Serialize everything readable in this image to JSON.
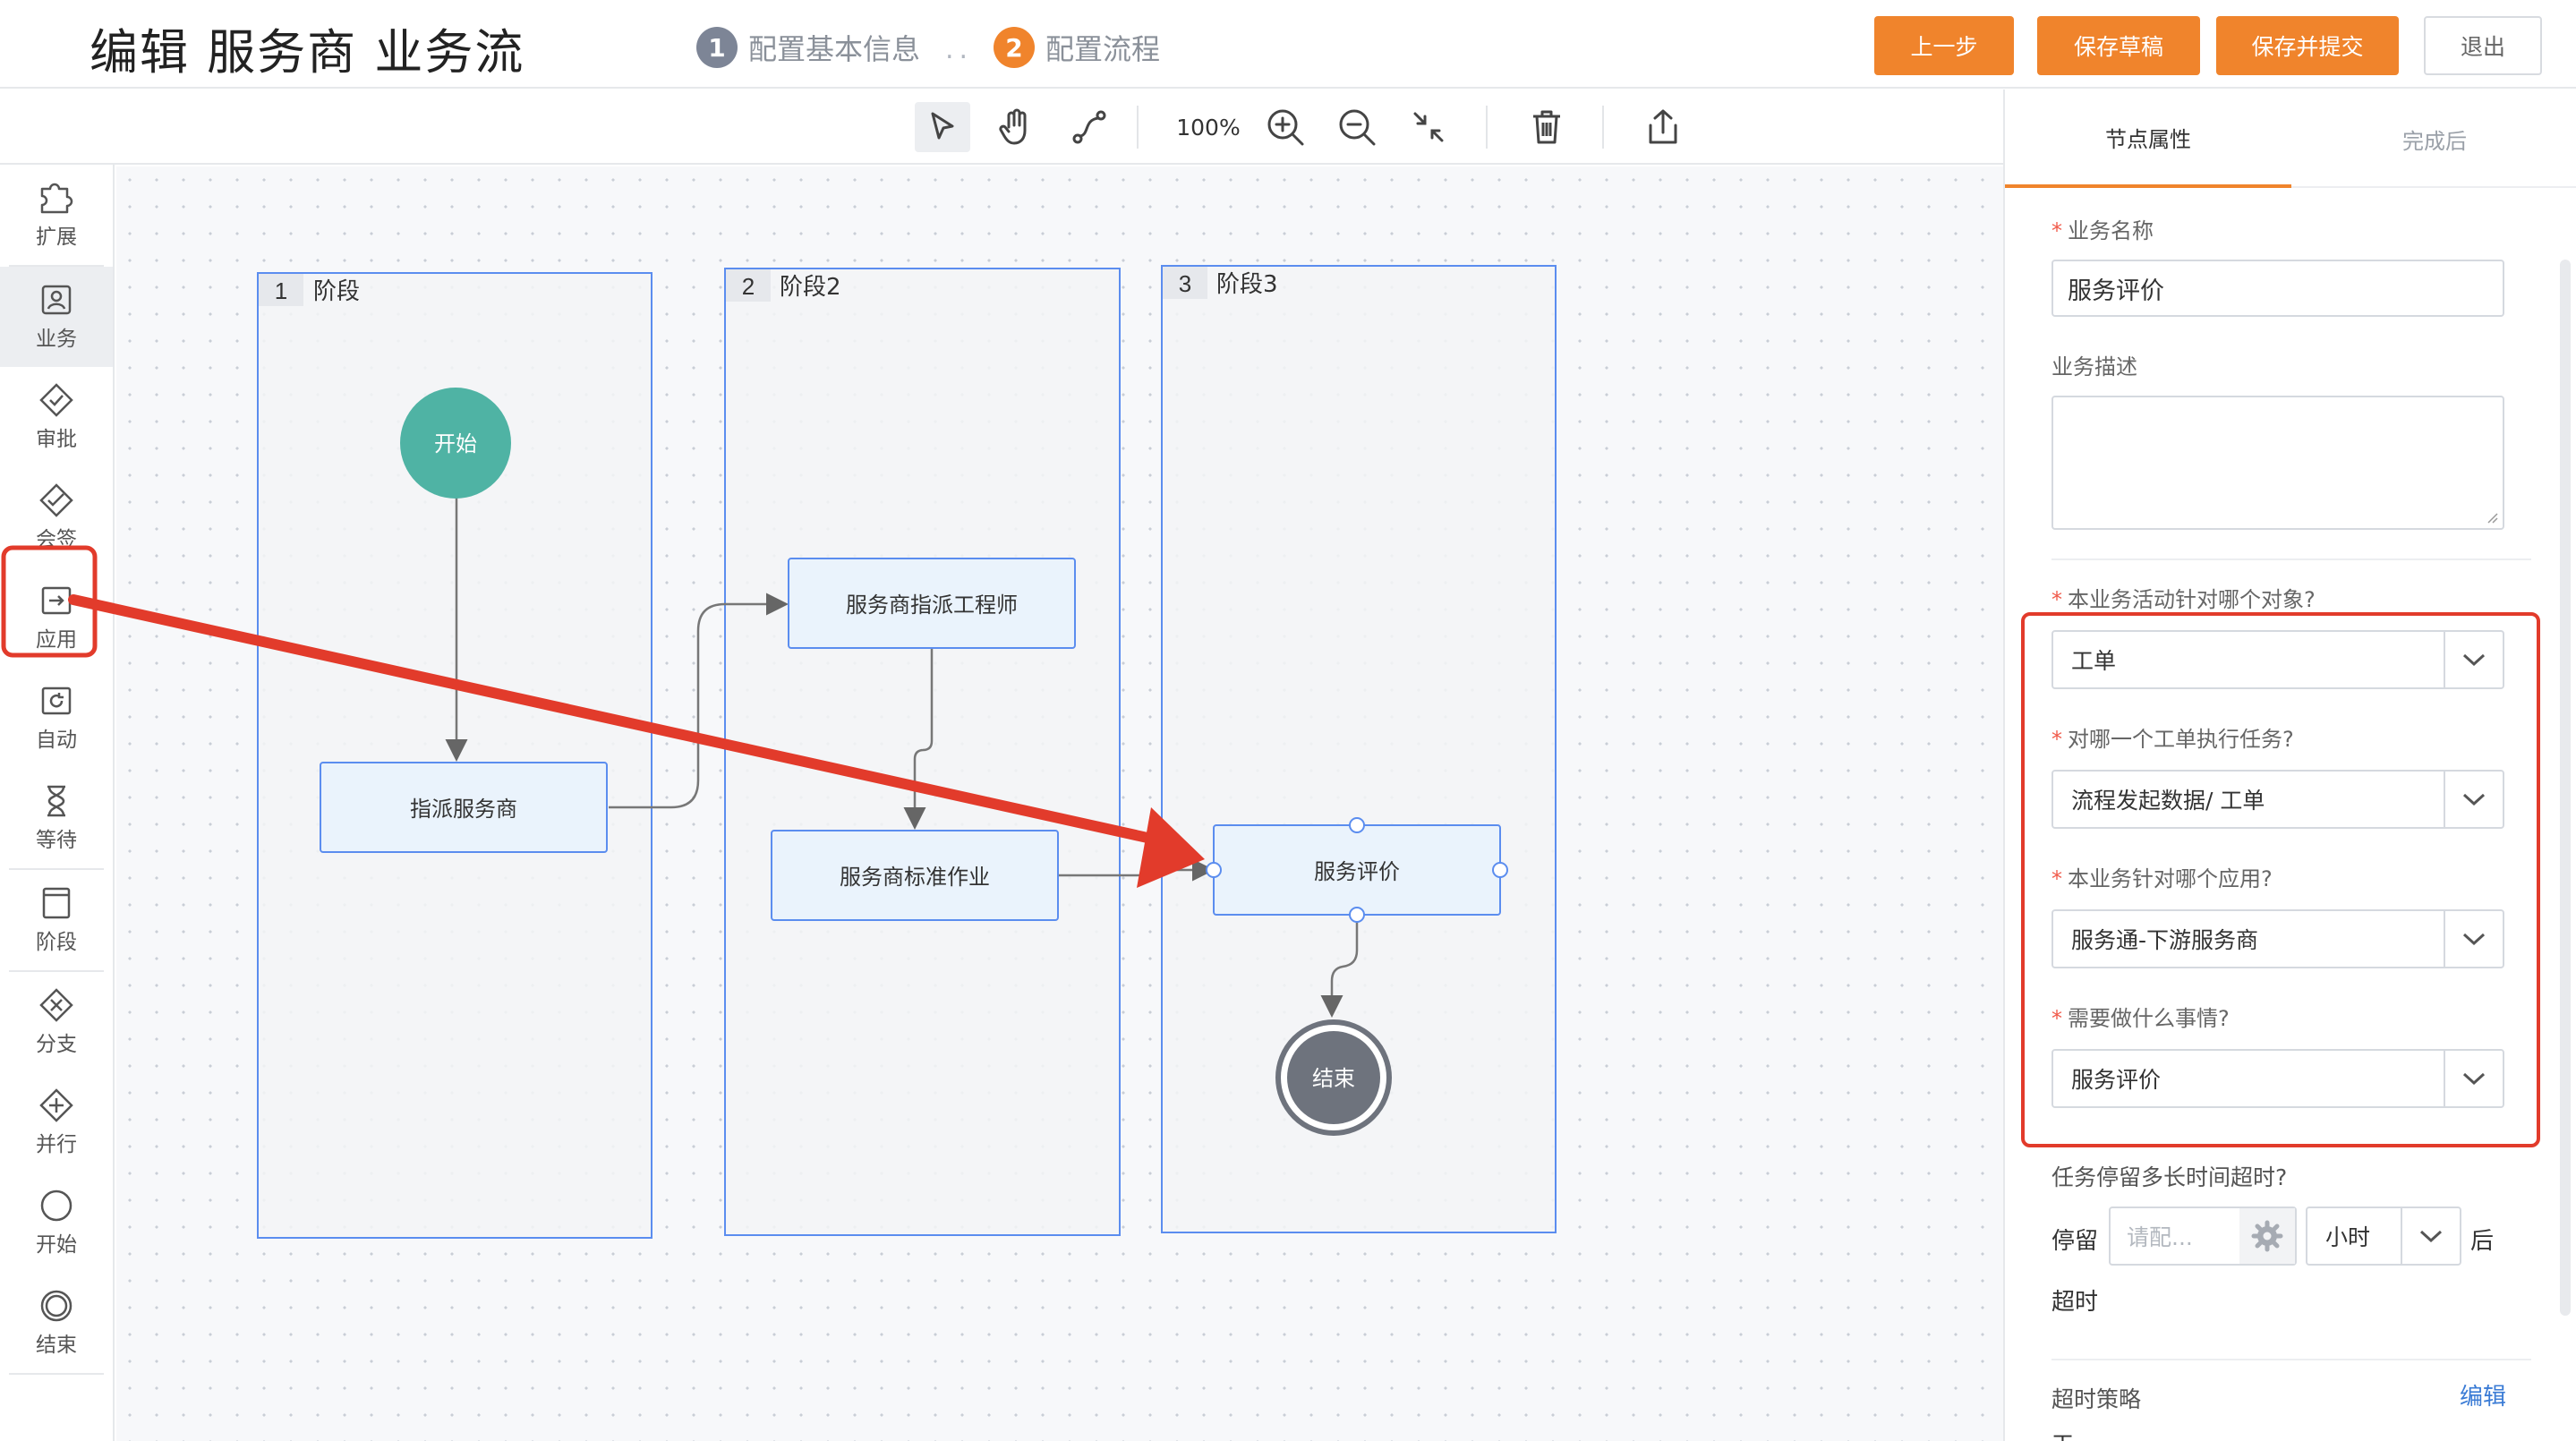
{
  "header": {
    "title": "编辑 服务商 业务流",
    "steps": [
      {
        "num": "1",
        "label": "配置基本信息"
      },
      {
        "num": "2",
        "label": "配置流程"
      }
    ],
    "step_separator": "..",
    "buttons": {
      "prev": "上一步",
      "save_draft": "保存草稿",
      "save_submit": "保存并提交",
      "exit": "退出"
    }
  },
  "toolbar": {
    "zoom": "100%"
  },
  "palette": {
    "items": [
      {
        "label": "扩展",
        "icon": "puzzle-icon"
      },
      {
        "label": "业务",
        "icon": "person-card-icon"
      },
      {
        "label": "审批",
        "icon": "approve-diamond-icon"
      },
      {
        "label": "会签",
        "icon": "countersign-icon"
      },
      {
        "label": "应用",
        "icon": "app-arrow-icon"
      },
      {
        "label": "自动",
        "icon": "auto-icon"
      },
      {
        "label": "等待",
        "icon": "hourglass-icon"
      },
      {
        "label": "阶段",
        "icon": "stage-icon"
      },
      {
        "label": "分支",
        "icon": "branch-icon"
      },
      {
        "label": "并行",
        "icon": "parallel-icon"
      },
      {
        "label": "开始",
        "icon": "start-circle-icon"
      },
      {
        "label": "结束",
        "icon": "end-circle-icon"
      }
    ]
  },
  "canvas": {
    "stages": [
      {
        "num": "1",
        "title": "阶段"
      },
      {
        "num": "2",
        "title": "阶段2"
      },
      {
        "num": "3",
        "title": "阶段3"
      }
    ],
    "nodes": {
      "start": "开始",
      "assign_provider": "指派服务商",
      "assign_engineer": "服务商指派工程师",
      "standard_work": "服务商标准作业",
      "service_eval": "服务评价",
      "end": "结束"
    },
    "colors": {
      "start": "#4fb3a4",
      "end": "#6e737d",
      "node_fill": "#eaf3fc",
      "node_border": "#5b8def",
      "annotation": "#e23b2b"
    }
  },
  "panel": {
    "tabs": [
      "节点属性",
      "完成后"
    ],
    "business_name": {
      "label": "业务名称",
      "value": "服务评价"
    },
    "business_desc": {
      "label": "业务描述",
      "value": ""
    },
    "q_object": {
      "label": "本业务活动针对哪个对象?",
      "value": "工单"
    },
    "q_which_order": {
      "label": "对哪一个工单执行任务?",
      "value": "流程发起数据/ 工单"
    },
    "q_app": {
      "label": "本业务针对哪个应用?",
      "value": "服务通-下游服务商"
    },
    "q_todo": {
      "label": "需要做什么事情?",
      "value": "服务评价"
    },
    "timeout": {
      "label": "任务停留多长时间超时?",
      "stay": "停留",
      "placeholder": "请配...",
      "unit": "小时",
      "after": "后",
      "timeout_word": "超时"
    },
    "policy": {
      "label": "超时策略",
      "edit": "编辑",
      "cut_text": "工"
    }
  }
}
